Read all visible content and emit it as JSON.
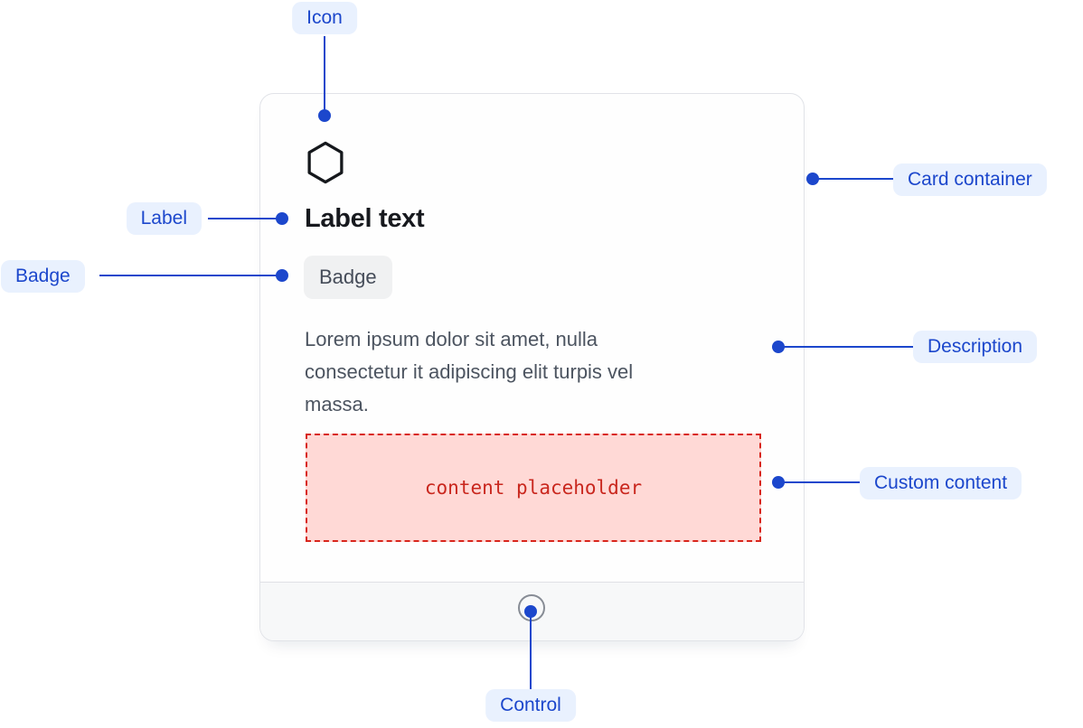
{
  "annotations": {
    "icon": {
      "label": "Icon"
    },
    "label": {
      "label": "Label"
    },
    "badge": {
      "label": "Badge"
    },
    "card_container": {
      "label": "Card container"
    },
    "description": {
      "label": "Description"
    },
    "custom_content": {
      "label": "Custom content"
    },
    "control": {
      "label": "Control"
    }
  },
  "card": {
    "icon": "hexagon-icon",
    "label_text": "Label text",
    "badge_text": "Badge",
    "description_lines": [
      "Lorem ipsum dolor sit amet, nulla",
      "consectetur it adipiscing elit turpis vel",
      "massa."
    ],
    "custom_content_text": "content placeholder"
  },
  "colors": {
    "annotation_blue": "#1C47CC",
    "annotation_pill_bg": "#E9F1FE",
    "card_border": "#E1E3E8",
    "footer_bg": "#F7F8F9",
    "badge_bg": "#F0F1F2",
    "badge_text": "#454C59",
    "description_text": "#4C5460",
    "placeholder_bg": "#FFD9D6",
    "placeholder_red": "#D8261C"
  }
}
